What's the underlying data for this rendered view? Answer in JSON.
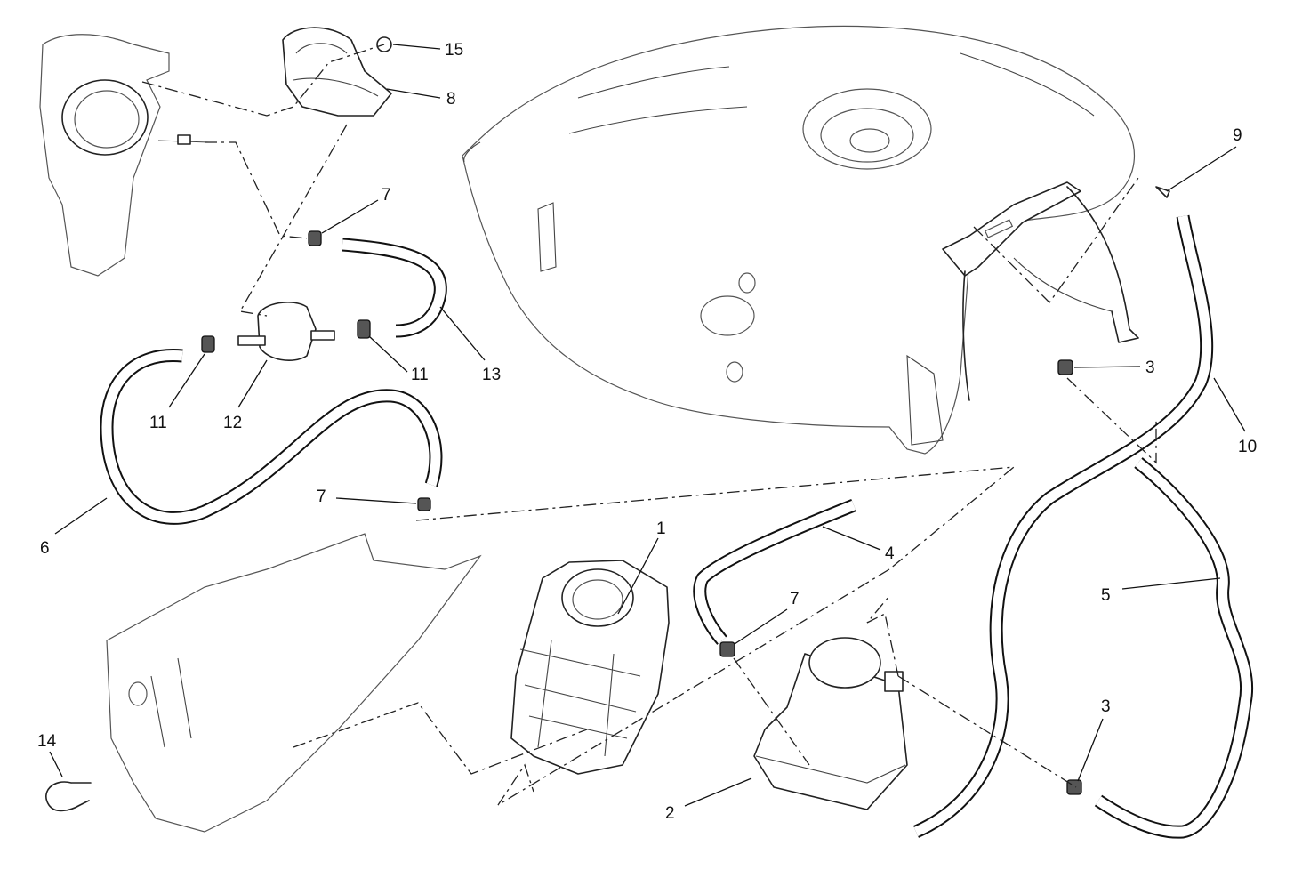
{
  "diagram": {
    "type": "exploded-parts-view",
    "callouts": [
      "15",
      "8",
      "7",
      "13",
      "11",
      "11",
      "12",
      "6",
      "7",
      "1",
      "4",
      "7",
      "2",
      "14",
      "3",
      "9",
      "10",
      "5",
      "3"
    ]
  }
}
